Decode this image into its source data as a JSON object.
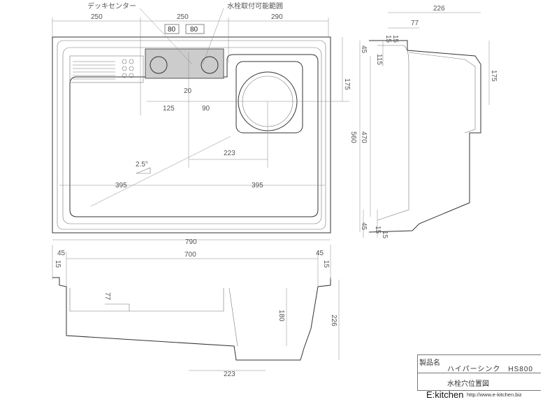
{
  "annotations": {
    "deck_center": "デッキセンター",
    "faucet_range": "水栓取付可能範囲",
    "angle": "2.5°"
  },
  "plan_dims": {
    "top_left": "250",
    "top_mid": "250",
    "top_right": "290",
    "deck_a": "80",
    "deck_b": "80",
    "right_175": "175",
    "gap_20": "20",
    "w_125": "125",
    "w_90": "90",
    "drain_223": "223",
    "left_395": "395",
    "right_395": "395",
    "total_790": "790"
  },
  "side_dims": {
    "top_226": "226",
    "top_77": "77",
    "top_15a": "15",
    "top_15b": "15",
    "left_45": "45",
    "left_115": "115",
    "right_175": "175",
    "h_560": "560",
    "h_470": "470",
    "bot_45": "45",
    "bot_15a": "15",
    "bot_15b": "15"
  },
  "front_dims": {
    "left_45": "45",
    "right_45": "45",
    "w_700": "700",
    "left_15": "15",
    "right_15": "15",
    "d_77": "77",
    "d_180": "180",
    "d_226": "226",
    "w_223": "223"
  },
  "title_block": {
    "product_label": "製品名",
    "product_name": "ハイパーシンク　HS800",
    "drawing_name": "水栓穴位置図"
  },
  "footer": {
    "brand": "E:kitchen",
    "url": "http://www.e-kitchen.biz"
  }
}
